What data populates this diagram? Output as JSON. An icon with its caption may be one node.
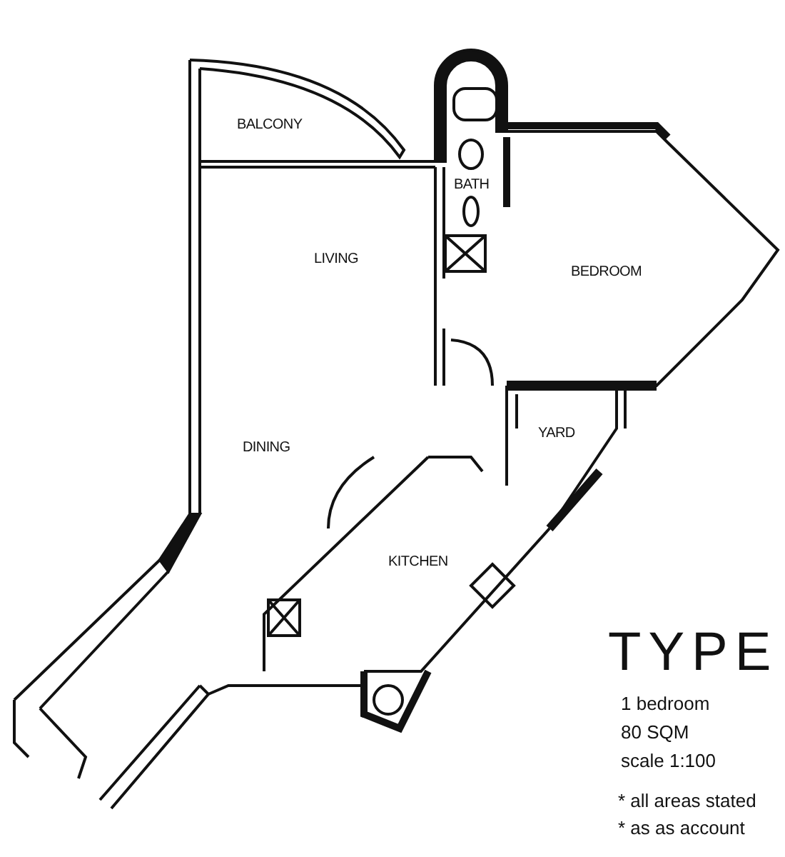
{
  "diagram": {
    "title": "TYPE",
    "labels": [
      "BALCONY",
      "BATH",
      "LIVING",
      "BEDROOM",
      "DINING",
      "YARD",
      "KITCHEN",
      "1 bedroom",
      "80 SQM",
      "scale 1:100",
      "* all areas stated",
      "* as as account"
    ]
  }
}
